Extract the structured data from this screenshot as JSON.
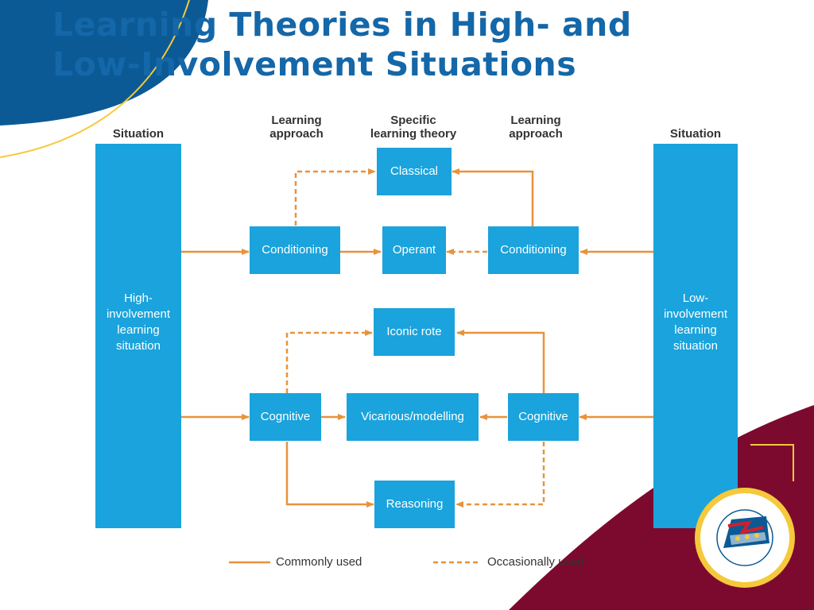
{
  "slide": {
    "title_line1": "Learning Theories in High- and",
    "title_line2": "Low-Involvement Situations"
  },
  "headers": {
    "situation_left": "Situation",
    "approach_left_1": "Learning",
    "approach_left_2": "approach",
    "theory_1": "Specific",
    "theory_2": "learning theory",
    "approach_right_1": "Learning",
    "approach_right_2": "approach",
    "situation_right": "Situation"
  },
  "situations": {
    "high": [
      "High-",
      "involvement",
      "learning",
      "situation"
    ],
    "low": [
      "Low-",
      "involvement",
      "learning",
      "situation"
    ]
  },
  "nodes": {
    "conditioning_left": "Conditioning",
    "classical": "Classical",
    "operant": "Operant",
    "conditioning_right": "Conditioning",
    "cognitive_left": "Cognitive",
    "iconic_rote": "Iconic rote",
    "vicarious": "Vicarious/modelling",
    "reasoning": "Reasoning",
    "cognitive_right": "Cognitive"
  },
  "legend": {
    "solid": "Commonly used",
    "dashed": "Occasionally used"
  },
  "colors": {
    "box": "#1aa3dc",
    "arrow": "#e8923b",
    "title": "#1467a8",
    "maroon": "#7c0a2e",
    "navy": "#0b5a96",
    "gold": "#f5c93a"
  }
}
